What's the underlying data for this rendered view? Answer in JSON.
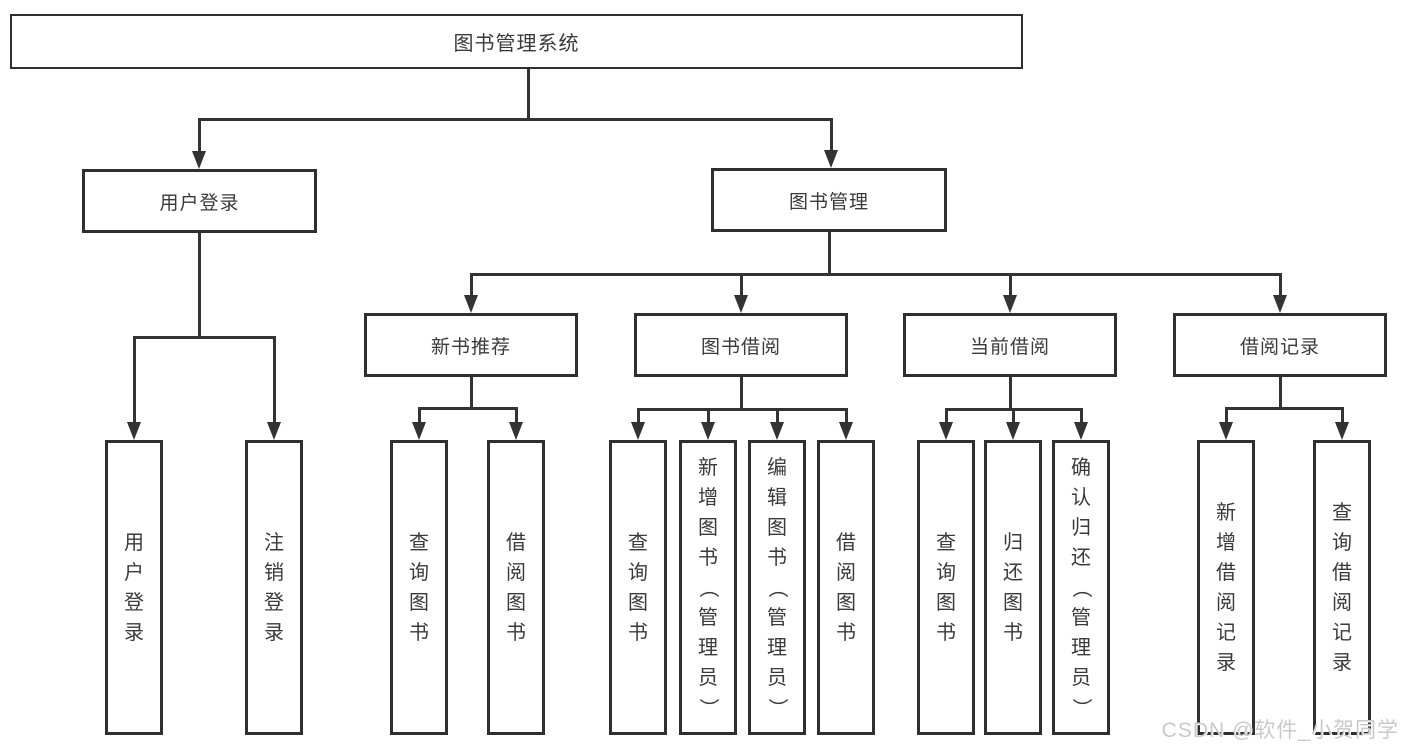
{
  "tree": {
    "root": "图书管理系统",
    "branches": [
      {
        "label": "用户登录",
        "leaves": [
          "用户登录",
          "注销登录"
        ]
      },
      {
        "label": "图书管理",
        "children": [
          {
            "label": "新书推荐",
            "leaves": [
              "查询图书",
              "借阅图书"
            ]
          },
          {
            "label": "图书借阅",
            "leaves": [
              "查询图书",
              "新增图书（管理员）",
              "编辑图书（管理员）",
              "借阅图书"
            ]
          },
          {
            "label": "当前借阅",
            "leaves": [
              "查询图书",
              "归还图书",
              "确认归还（管理员）"
            ]
          },
          {
            "label": "借阅记录",
            "leaves": [
              "新增借阅记录",
              "查询借阅记录"
            ]
          }
        ]
      }
    ]
  },
  "watermark": "CSDN @软件_小贺同学",
  "colors": {
    "line": "#333333",
    "box_border": "#2f2f2f",
    "text": "#3a3a3a",
    "watermark": "#c9c9c9",
    "background": "#ffffff"
  }
}
